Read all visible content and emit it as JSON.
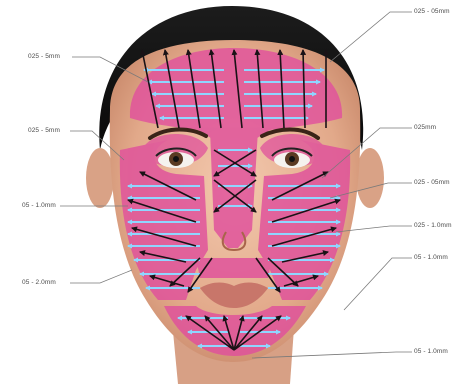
{
  "labels": {
    "left_top": "025 - 5mm",
    "left_mid": "025 - 5mm",
    "left_cheek": "05 - 1.0mm",
    "left_low": "05 - 2.0mm",
    "right_top": "025 - 05mm",
    "right_mid": "025mm",
    "right_cheek": "025 - 05mm",
    "right_nose": "025 - 1.0mm",
    "right_low": "05 - 1.0mm",
    "right_bottom": "05 - 1.0mm"
  },
  "colors": {
    "treatment_zone": "#e0509c",
    "horizontal_arrows": "#8fd6ff",
    "diagonal_arrows": "#1a1216",
    "leader_lines": "#7a7a7a"
  }
}
